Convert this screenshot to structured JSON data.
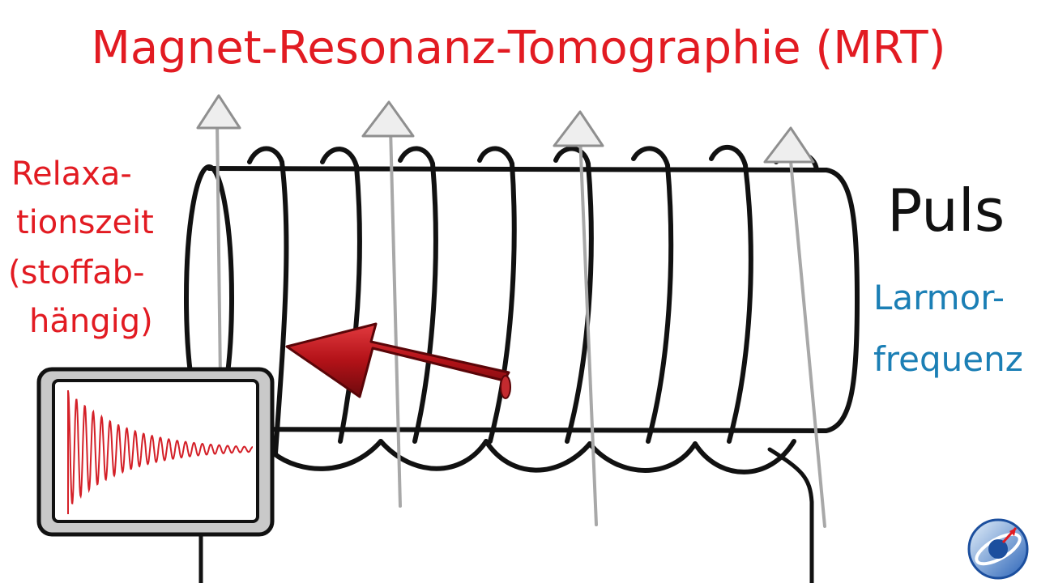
{
  "title": "Magnet-Resonanz-Tomographie (MRT)",
  "left_note": {
    "lines": [
      "Relaxa-",
      "tionszeit",
      "(stoffab-",
      "hängig)"
    ]
  },
  "right_top": "Puls",
  "right_note": {
    "lines": [
      "Larmor-",
      "frequenz"
    ]
  },
  "colors": {
    "title": "#e21b22",
    "left_note": "#e21b22",
    "puls": "#111111",
    "larmor": "#1b7fb5",
    "coil": "#111111",
    "spin_arrows": "#a8a8a8",
    "magnetization_arrow": "#b31218",
    "monitor_frame": "#c9c9c9",
    "signal": "#d42028"
  },
  "icons": {
    "logo": "globe-logo-icon"
  }
}
